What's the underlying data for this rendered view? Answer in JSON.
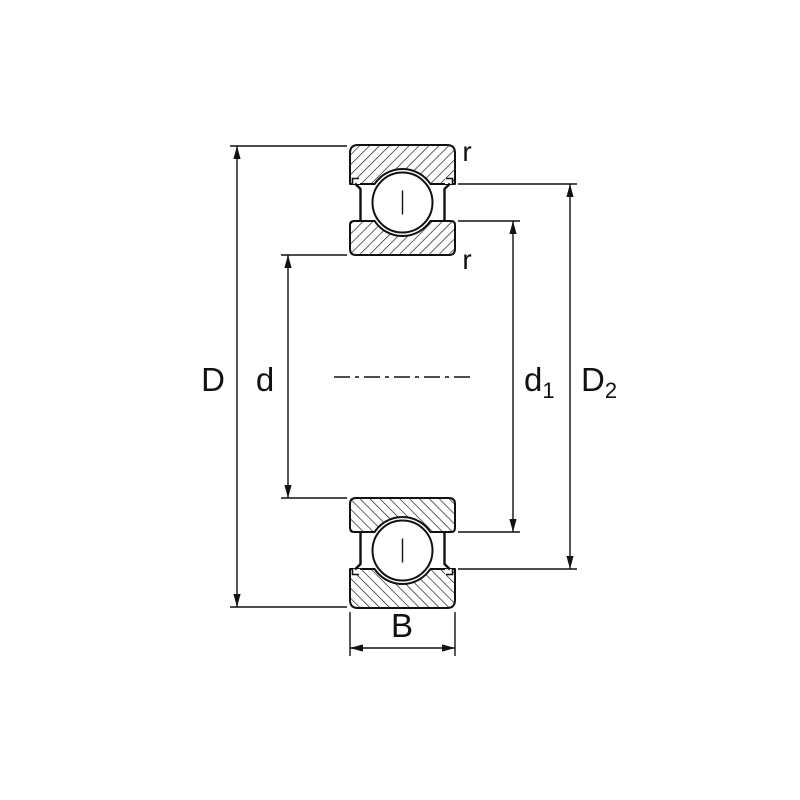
{
  "diagram": {
    "background_color": "#ffffff",
    "line_color": "#111111",
    "dimension_labels": {
      "outer_diameter": "D",
      "bore_diameter": "d",
      "d1_main": "d",
      "d1_sub": "1",
      "D2_main": "D",
      "D2_sub": "2",
      "width": "B",
      "radius_outer": "r",
      "radius_inner": "r"
    }
  }
}
